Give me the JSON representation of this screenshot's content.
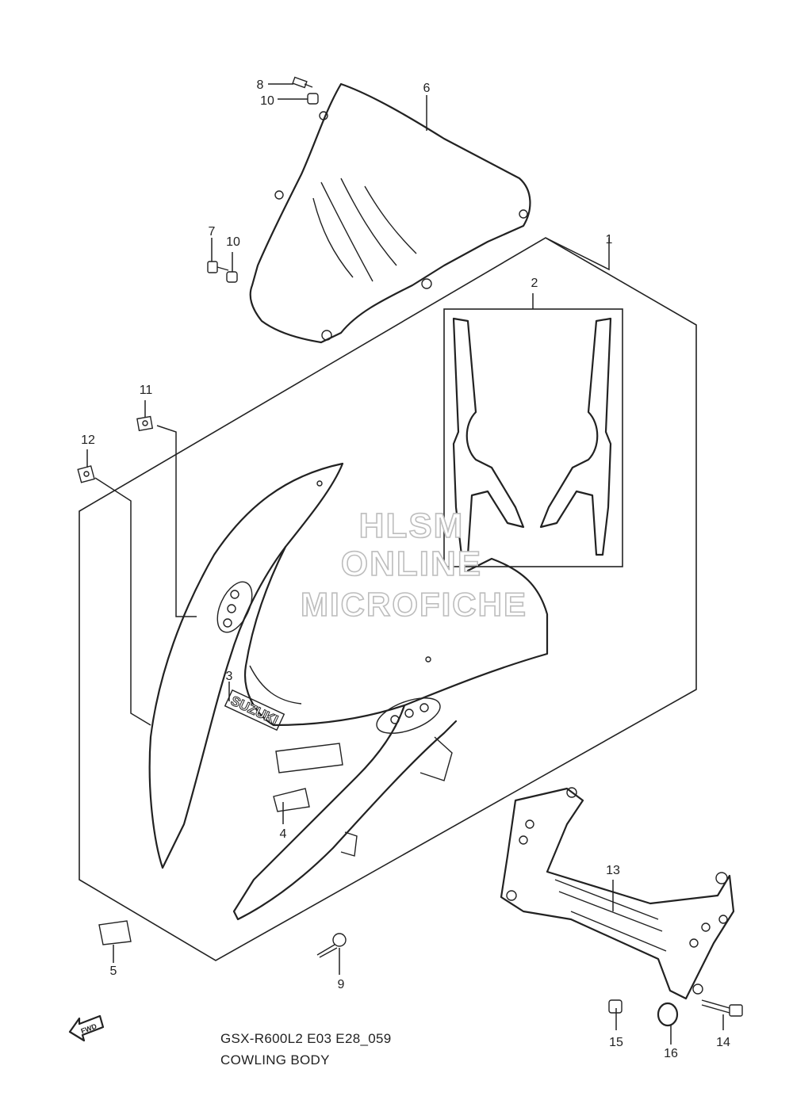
{
  "diagram": {
    "code": "GSX-R600L2 E03 E28_059",
    "name": "COWLING BODY",
    "fwd_label": "FWD",
    "emblem_text": "SUZUKI",
    "watermark": [
      "HLSM",
      "ONLINE",
      "MICROFICHE"
    ],
    "callouts": [
      "1",
      "2",
      "3",
      "4",
      "5",
      "6",
      "7",
      "8",
      "9",
      "10",
      "10",
      "11",
      "12",
      "13",
      "14",
      "15",
      "16"
    ]
  }
}
